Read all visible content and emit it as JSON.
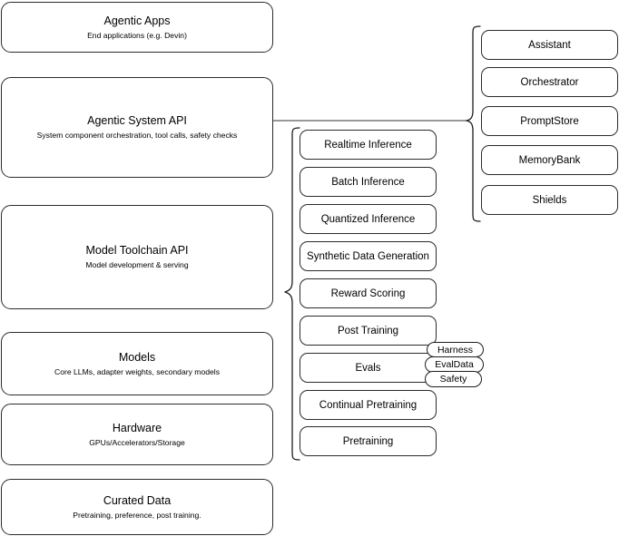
{
  "diagram": {
    "title": "AI Stack Layers Architecture Diagram",
    "stroke_color": "#2b2b2b",
    "accent_color": "#5a5a5a",
    "background_color": "#ffffff"
  },
  "layers": [
    {
      "id": "agentic-apps",
      "title": "Agentic Apps",
      "subtitle": "End applications (e.g. Devin)"
    },
    {
      "id": "agentic-system-api",
      "title": "Agentic System API",
      "subtitle": "System component orchestration, tool calls, safety checks"
    },
    {
      "id": "model-toolchain-api",
      "title": "Model Toolchain API",
      "subtitle": "Model development & serving"
    },
    {
      "id": "models",
      "title": "Models",
      "subtitle": "Core LLMs, adapter weights, secondary models"
    },
    {
      "id": "hardware",
      "title": "Hardware",
      "subtitle": "GPUs/Accelerators/Storage"
    },
    {
      "id": "curated-data",
      "title": "Curated Data",
      "subtitle": "Pretraining, preference, post training."
    }
  ],
  "toolchain_components": [
    {
      "id": "realtime-inference",
      "label": "Realtime Inference"
    },
    {
      "id": "batch-inference",
      "label": "Batch Inference"
    },
    {
      "id": "quantized-inference",
      "label": "Quantized Inference"
    },
    {
      "id": "synthetic-data-generation",
      "label": "Synthetic Data Generation"
    },
    {
      "id": "reward-scoring",
      "label": "Reward Scoring"
    },
    {
      "id": "post-training",
      "label": "Post Training"
    },
    {
      "id": "evals",
      "label": "Evals"
    },
    {
      "id": "continual-pretraining",
      "label": "Continual Pretraining"
    },
    {
      "id": "pretraining",
      "label": "Pretraining"
    }
  ],
  "agentic_components": [
    {
      "id": "assistant",
      "label": "Assistant"
    },
    {
      "id": "orchestrator",
      "label": "Orchestrator"
    },
    {
      "id": "promptstore",
      "label": "PromptStore"
    },
    {
      "id": "memorybank",
      "label": "MemoryBank"
    },
    {
      "id": "shields",
      "label": "Shields"
    }
  ],
  "evals_badges": [
    {
      "id": "harness",
      "label": "Harness"
    },
    {
      "id": "evaldata",
      "label": "EvalData"
    },
    {
      "id": "safety",
      "label": "Safety"
    }
  ]
}
